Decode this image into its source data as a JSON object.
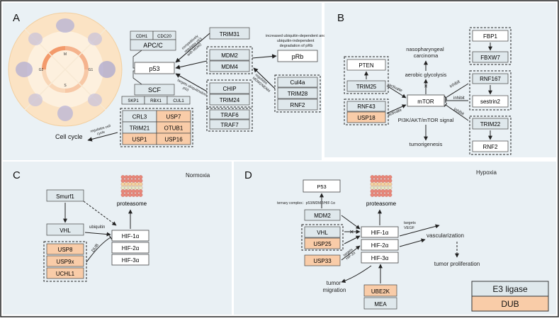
{
  "panels": {
    "A": "A",
    "B": "B",
    "C": "C",
    "D": "D"
  },
  "legend": {
    "e3": "E3 ligase",
    "dub": "DUB"
  },
  "colors": {
    "e3": "#dfe8ec",
    "dub": "#f9cca8",
    "panelBg": "#e8f0f4",
    "arrow": "#222222",
    "cellOuter": "#fbe5c6",
    "cellInner": "#fff4e6"
  },
  "panelA": {
    "cell_cycle": "Cell cycle",
    "phases": [
      "M",
      "G1",
      "S",
      "G2"
    ],
    "apcc": "APC/C",
    "cdh1": "CDH1",
    "cdc20": "CDC20",
    "p53": "p53",
    "scf": "SCF",
    "skp1": "SKP1",
    "rbx1": "RBX1",
    "cul1": "CUL1",
    "dub_grid": [
      "CRL3",
      "USP7",
      "TRIM21",
      "OTUB1",
      "USP1",
      "USP16"
    ],
    "trim31": "TRIM31",
    "mdm_group": [
      "MDM2",
      "MDM4"
    ],
    "chip_group": [
      "CHIP",
      "TRIM24"
    ],
    "traf_group": [
      "TRAF6",
      "TRAF7"
    ],
    "prb": "pRb",
    "cul_group": [
      "Cul4a",
      "TRIM28",
      "RNF2"
    ],
    "label_competitive": [
      "competitively",
      "regulates p53",
      "with MDM2"
    ],
    "label_targets": [
      "targets ubiquitination",
      "p53"
    ],
    "label_regulates_mdm": [
      "regulates",
      "MDM2/MDM4"
    ],
    "label_increased": [
      "increased ubiquitin-dependent and",
      "ubiquitin-independent",
      "degradation of pRb"
    ],
    "label_regulates_cell": [
      "regulates cell",
      "cycle"
    ]
  },
  "panelB": {
    "pten": "PTEN",
    "trim25": "TRIM25",
    "rnf43": "RNF43",
    "usp18": "USP18",
    "mtor": "mTOR",
    "naso": [
      "nasopharyngeal",
      "carcinoma"
    ],
    "aerobic": "aerobic glycolysis",
    "pi3k": "PI3K/AKT/mTOR signal",
    "tumorigenesis": "tumorigenesis",
    "fbp1": "FBP1",
    "fbxw7": "FBXW7",
    "rnf167": "RNF167",
    "sestrin2": "sestrin2",
    "trim22": "TRIM22",
    "rnf2": "RNF2",
    "activate": "activate",
    "inhibit": "inhibit"
  },
  "panelC": {
    "title": "Normoxia",
    "smurf1": "Smurf1",
    "vhl": "VHL",
    "usp8": "USP8",
    "usp9x": "USP9x",
    "uchl1": "UCHL1",
    "hif1": "HIF-1α",
    "hif2": "HIF-2α",
    "hif3": "HIF-3α",
    "proteasome": "proteasome",
    "ubiquitin": "ubiquitin",
    "dub": "DUB"
  },
  "panelD": {
    "title": "Hypoxia",
    "p53": "P53",
    "ternary": "ternary complex：p53/MDM2/HIF-1α",
    "mdm2": "MDM2",
    "vhl": "VHL",
    "usp25": "USP25",
    "usp33": "USP33",
    "hif1": "HIF-1α",
    "hif2": "HIF-2α",
    "hif3": "HIF-3α",
    "proteasome": "proteasome",
    "targets_vegf": [
      "targets",
      "VEGF"
    ],
    "targets_hif2": [
      "targets",
      "HIF-2α"
    ],
    "vascularization": "vascularization",
    "tumor_prolif": "tumor proliferation",
    "tumor_migration": [
      "tumor",
      "migration"
    ],
    "ube2k": "UBE2K",
    "mea": "MEA"
  }
}
